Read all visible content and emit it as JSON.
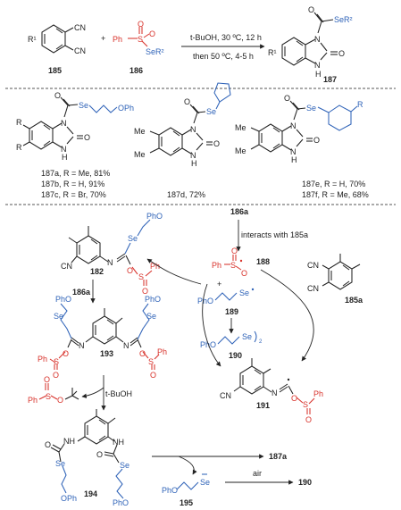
{
  "scheme": {
    "reaction": {
      "r1": "R¹",
      "cn_a": "CN",
      "cn_b": "CN",
      "plus": "+",
      "ph": "Ph",
      "se_r2": "SeR²",
      "cond1": "t-BuOH, 30 ºC, 12 h",
      "cond2": "then 50 ºC, 4-5 h",
      "prod_se_r2": "SeR²",
      "r1_prod": "R¹",
      "n_prod": "N",
      "h": "H",
      "o": "O",
      "label_185": "185",
      "label_186": "186",
      "label_187": "187"
    },
    "examples": {
      "ex1": {
        "r_top": "R",
        "r_bot": "R",
        "se": "Se",
        "oph": "OPh",
        "n": "N",
        "h": "H",
        "o": "O",
        "lines": [
          "187a, R = Me, 81%",
          "187b, R = H, 91%",
          "187c, R = Br, 70%"
        ]
      },
      "ex2": {
        "me1": "Me",
        "me2": "Me",
        "se": "Se",
        "n": "N",
        "h": "H",
        "o": "O",
        "line": "187d, 72%"
      },
      "ex3": {
        "me1": "Me",
        "me2": "Me",
        "se": "Se",
        "r": "R",
        "n": "N",
        "h": "H",
        "o": "O",
        "lines": [
          "187e, R = H, 70%",
          "187f, R = Me, 68%"
        ]
      }
    },
    "mechanism": {
      "label_186a_top": "186a",
      "interacts": "interacts with 185a",
      "label_188": "188",
      "label_185a": "185a",
      "label_189": "189",
      "label_190": "190",
      "label_191": "191",
      "label_182": "182",
      "label_186a_left": "186a",
      "label_193": "193",
      "tBuOH": "t-BuOH",
      "label_194": "194",
      "label_187a": "187a",
      "label_195": "195",
      "air": "air",
      "label_190_end": "190",
      "pho": "PhO",
      "se": "Se",
      "ph": "Ph",
      "s": "S",
      "o": "O",
      "n": "N",
      "nh": "NH",
      "cn": "CN",
      "se2": "Se",
      "sub2": "2",
      "plus": "+"
    }
  }
}
